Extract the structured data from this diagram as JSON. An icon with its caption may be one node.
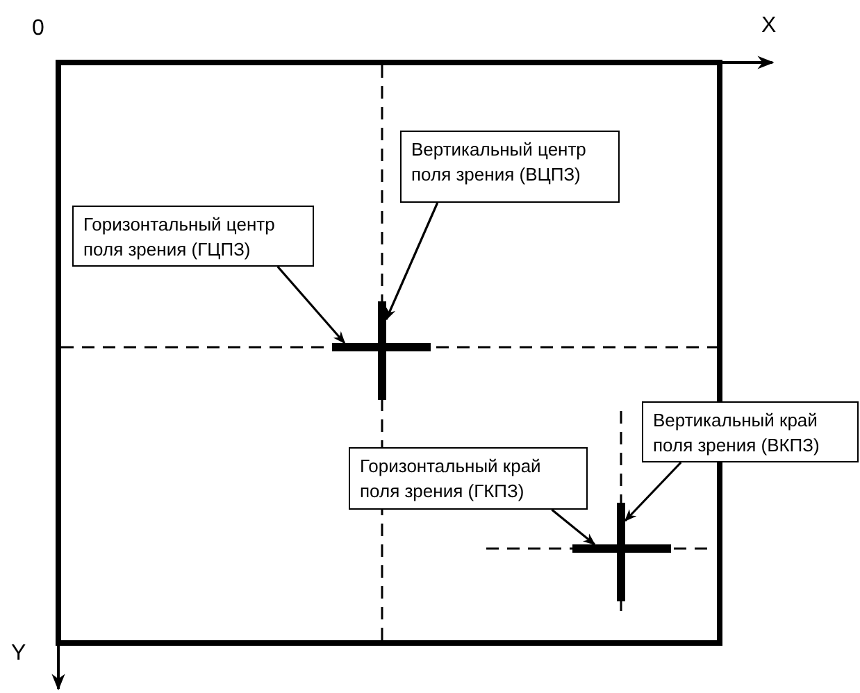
{
  "diagram": {
    "nodes": [
      {
        "text": [
          "Вертикальный центр поля зрения (ВЦПЗ)"
        ]
      },
      {
        "text": [
          "Горизонтальный центр поля зрения (ГЦПЗ)"
        ]
      },
      {
        "text": [],
        "shape": "bar"
      },
      {
        "text": [],
        "shape": "bar"
      },
      {
        "text": [
          "Вертикальный край поля зрения (ВКПЗ)"
        ]
      },
      {
        "text": [
          "Горизонтальный край поля зрения (ГКПЗ)"
        ]
      },
      {
        "text": [],
        "shape": "bar"
      },
      {
        "text": [],
        "shape": "bar"
      }
    ],
    "edges": [
      {
        "from": 0,
        "to": 2,
        "arrow": "to"
      },
      {
        "from": 1,
        "to": 3,
        "arrow": "to"
      },
      {
        "from": 4,
        "to": 6,
        "arrow": "to"
      },
      {
        "from": 5,
        "to": 7,
        "arrow": "to"
      }
    ],
    "labels": [
      "0",
      "X",
      "Y"
    ]
  }
}
